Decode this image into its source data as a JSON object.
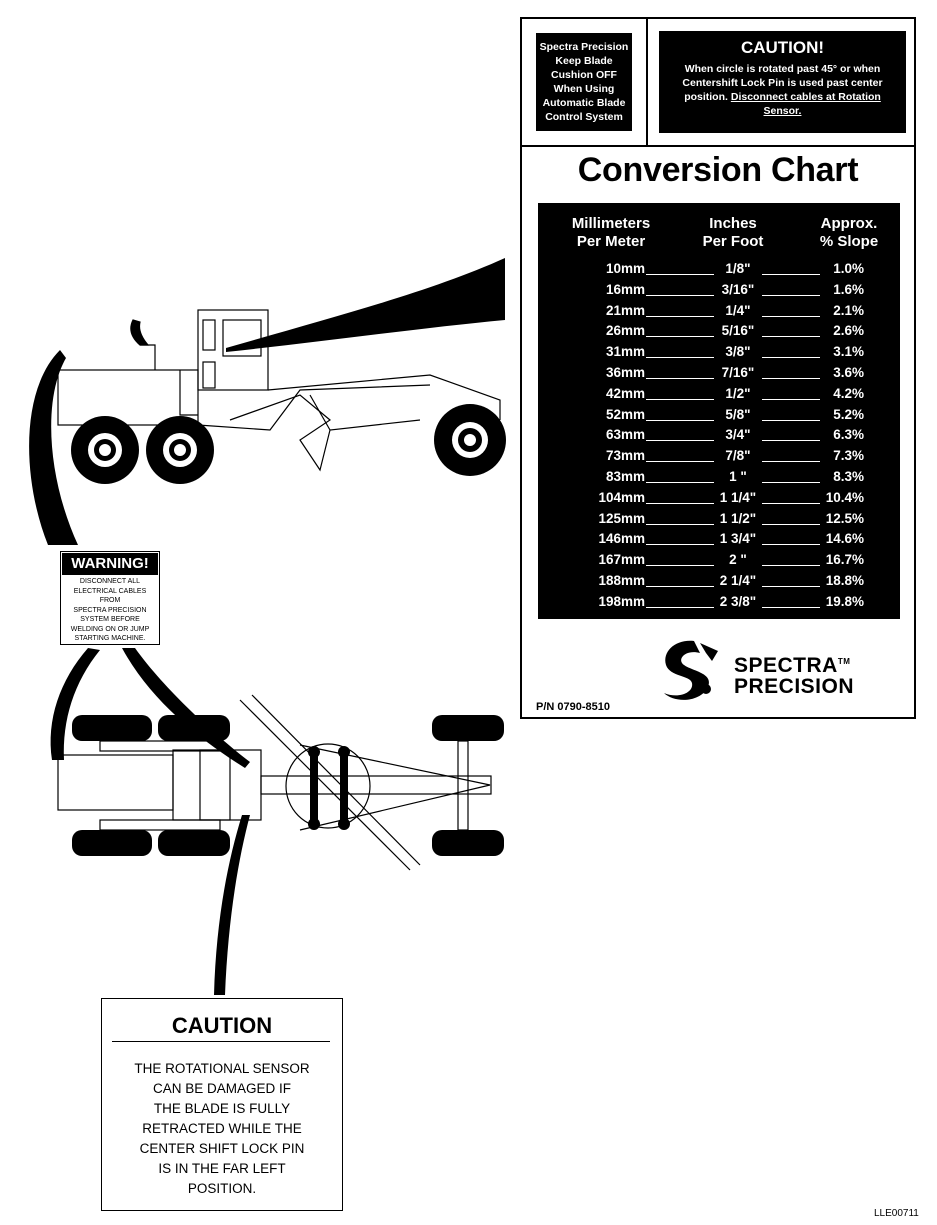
{
  "keep_blade": {
    "lines": [
      "Spectra Precision",
      "Keep Blade",
      "Cushion OFF",
      "When Using",
      "Automatic Blade",
      "Control System"
    ]
  },
  "caution_top": {
    "title": "CAUTION!",
    "body": "When circle is rotated past 45° or when Centershift Lock Pin is used past center position.",
    "underlined": "Disconnect cables at Rotation Sensor."
  },
  "conversion": {
    "title": "Conversion Chart",
    "headers": [
      [
        "Millimeters",
        "Per Meter"
      ],
      [
        "Inches",
        "Per Foot"
      ],
      [
        "Approx.",
        "% Slope"
      ]
    ],
    "rows": [
      {
        "mm": "10mm",
        "inch": "1/8\"",
        "slope": "1.0%"
      },
      {
        "mm": "16mm",
        "inch": "3/16\"",
        "slope": "1.6%"
      },
      {
        "mm": "21mm",
        "inch": "1/4\"",
        "slope": "2.1%"
      },
      {
        "mm": "26mm",
        "inch": "5/16\"",
        "slope": "2.6%"
      },
      {
        "mm": "31mm",
        "inch": "3/8\"",
        "slope": "3.1%"
      },
      {
        "mm": "36mm",
        "inch": "7/16\"",
        "slope": "3.6%"
      },
      {
        "mm": "42mm",
        "inch": "1/2\"",
        "slope": "4.2%"
      },
      {
        "mm": "52mm",
        "inch": "5/8\"",
        "slope": "5.2%"
      },
      {
        "mm": "63mm",
        "inch": "3/4\"",
        "slope": "6.3%"
      },
      {
        "mm": "73mm",
        "inch": "7/8\"",
        "slope": "7.3%"
      },
      {
        "mm": "83mm",
        "inch": "1 \"",
        "slope": "8.3%"
      },
      {
        "mm": "104mm",
        "inch": "1 1/4\"",
        "slope": "10.4%"
      },
      {
        "mm": "125mm",
        "inch": "1 1/2\"",
        "slope": "12.5%"
      },
      {
        "mm": "146mm",
        "inch": "1 3/4\"",
        "slope": "14.6%"
      },
      {
        "mm": "167mm",
        "inch": "2 \"",
        "slope": "16.7%"
      },
      {
        "mm": "188mm",
        "inch": "2 1/4\"",
        "slope": "18.8%"
      },
      {
        "mm": "198mm",
        "inch": "2 3/8\"",
        "slope": "19.8%"
      }
    ]
  },
  "brand": {
    "line1": "SPECTRA",
    "tm": "TM",
    "line2": "PRECISION"
  },
  "part_number": "P/N 0790-8510",
  "warning": {
    "title": "WARNING!",
    "lines": [
      "DISCONNECT ALL",
      "ELECTRICAL CABLES",
      "FROM",
      "SPECTRA PRECISION",
      "SYSTEM BEFORE",
      "WELDING ON OR JUMP",
      "STARTING MACHINE."
    ]
  },
  "caution_bottom": {
    "title": "CAUTION",
    "lines": [
      "THE ROTATIONAL SENSOR",
      "CAN BE DAMAGED IF",
      "THE BLADE IS FULLY",
      "RETRACTED WHILE THE",
      "CENTER SHIFT LOCK PIN",
      "IS IN THE FAR LEFT",
      "POSITION."
    ]
  },
  "figure_id": "LLE00711"
}
